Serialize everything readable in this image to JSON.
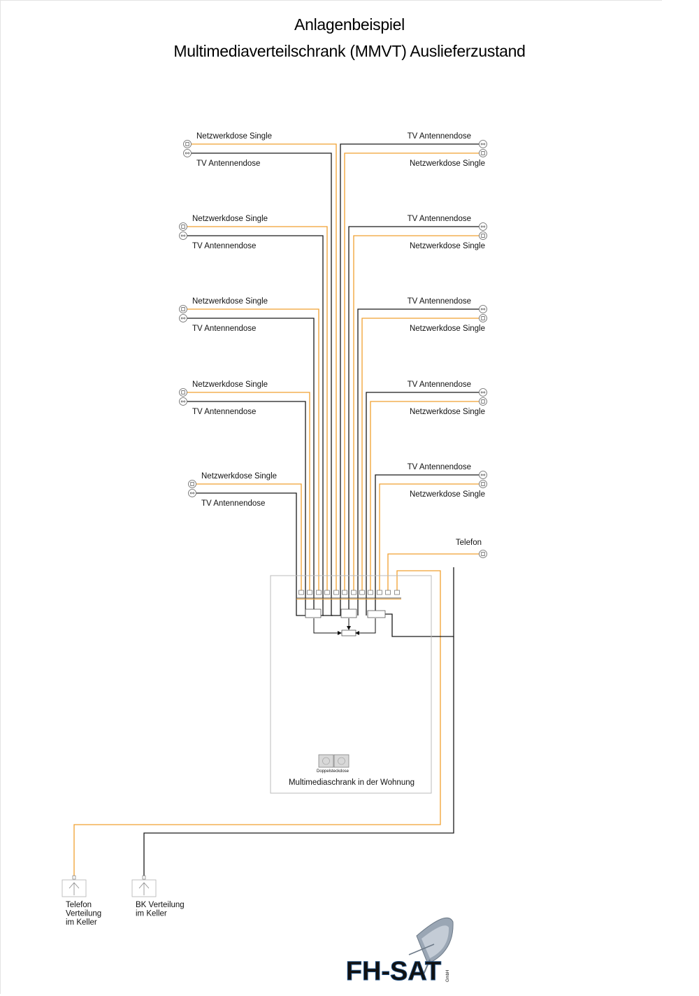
{
  "title": "Anlagenbeispiel",
  "subtitle": "Multimediaverteilschrank (MMVT)  Auslieferzustand",
  "labels": {
    "network_socket": "Netzwerkdose Single",
    "tv_socket": "TV Antennendose",
    "phone": "Telefon",
    "double_socket": "Doppelsteckdose",
    "cabinet": "Multimediaschrank in der Wohnung",
    "phone_distribution": [
      "Telefon",
      "Verteilung",
      "im Keller"
    ],
    "bk_distribution": [
      "BK Verteilung",
      "im Keller"
    ]
  },
  "logo": {
    "text": "FH-SAT",
    "suffix": "GmbH"
  },
  "colors": {
    "data_cable": "#f0a030",
    "coax_cable": "#1a1a1a",
    "logo_blue": "#3a7fc0"
  }
}
